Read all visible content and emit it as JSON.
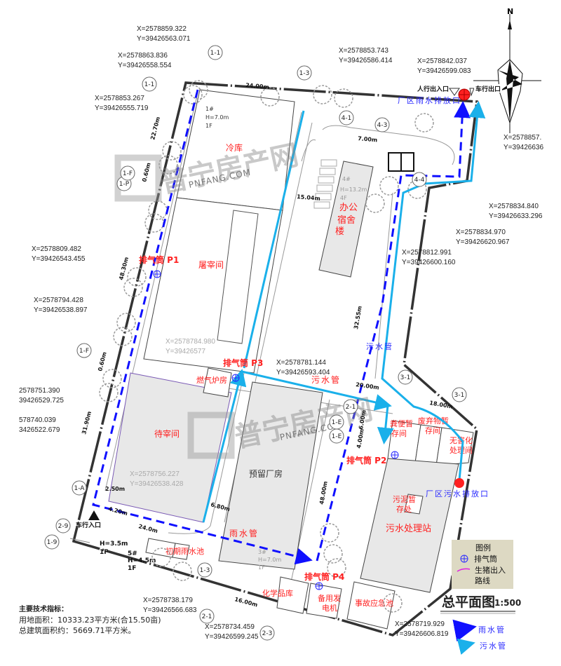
{
  "title": {
    "main": "总平面图",
    "scale": "1:500"
  },
  "north": "N",
  "watermark": {
    "cn": "普宁房产网",
    "en": "PNFANG.COM"
  },
  "buildings": {
    "cold_storage": "冷库",
    "slaughter": "屠宰间",
    "holding": "待宰间",
    "reserved": "预留厂房",
    "office_1": "办公",
    "office_2": "宿舍",
    "office_3": "楼",
    "sewage_station": "污水处理站",
    "sludge_1": "污泥暂",
    "sludge_2": "存处",
    "manure_1": "粪便暂",
    "manure_2": "存间",
    "waste_1": "废弃物暂",
    "waste_2": "存间",
    "harmless_1": "无害化",
    "harmless_2": "处理间",
    "boiler": "燃气炉房",
    "chemical": "化学品库",
    "generator_1": "备用发",
    "generator_2": "电机",
    "emergency_pool": "事故应急池",
    "rain_pool": "初期雨水池"
  },
  "stacks": [
    "排气筒 P1",
    "排气筒 P2",
    "排气筒 P3",
    "排气筒 P4"
  ],
  "outlets": {
    "rain": "厂区雨水排放口",
    "sewage": "厂区污水排放口"
  },
  "entrances": {
    "pedestrian": "人行出入口",
    "vehicle_exit": "车行出口",
    "vehicle_entry": "车行入口"
  },
  "pipe_labels": {
    "sewage_a": "污水管",
    "sewage_b": "污水管",
    "rain": "雨水管"
  },
  "dimensions": [
    "24.00m",
    "22.70m",
    "0.60m",
    "48.30m",
    "0.60m",
    "31.90m",
    "7.00m",
    "15.04m",
    "32.55m",
    "20.00m",
    "18.00m",
    "6.00m",
    "4.00m",
    "48.00m",
    "6.80m",
    "4.20m",
    "24.0m",
    "16.00m",
    "2.50m"
  ],
  "building_info": {
    "cold": [
      "1#",
      "H=7.0m",
      "1F"
    ],
    "office": [
      "4#",
      "H=13.2m",
      "4F"
    ],
    "reserved": [
      "3#",
      "H=7.0m",
      "1F"
    ],
    "guard_a": [
      "H=3.5m",
      "1F"
    ],
    "guard_b": [
      "5#",
      "H=4.5m",
      "1F"
    ]
  },
  "axes": [
    "1-1",
    "1-1",
    "1-3",
    "4-1",
    "4-3",
    "4-4",
    "1-P",
    "1-F",
    "1-F",
    "1-A",
    "2-9",
    "1-9",
    "1-3",
    "2-1",
    "2-3",
    "2-1",
    "1-E",
    "1-E",
    "3-1",
    "3-1"
  ],
  "coordinates": [
    {
      "x": "X=2578859.322",
      "y": "Y=39426563.071"
    },
    {
      "x": "X=2578863.836",
      "y": "Y=39426558.554"
    },
    {
      "x": "X=2578853.267",
      "y": "Y=39426555.719"
    },
    {
      "x": "X=2578853.743",
      "y": "Y=39426586.414"
    },
    {
      "x": "X=2578842.037",
      "y": "Y=39426599.083"
    },
    {
      "x": "X=2578857.",
      "y": "Y=39426636"
    },
    {
      "x": "X=2578834.840",
      "y": "Y=39426633.296"
    },
    {
      "x": "X=2578834.970",
      "y": "Y=39426620.967"
    },
    {
      "x": "X=2578812.991",
      "y": "Y=39426600.160"
    },
    {
      "x": "X=2578809.482",
      "y": "Y=39426543.455"
    },
    {
      "x": "X=2578794.428",
      "y": "Y=39426538.897"
    },
    {
      "x": "X=2578784.980",
      "y": "Y=39426577"
    },
    {
      "x": "X=2578781.144",
      "y": "Y=39426593.404"
    },
    {
      "x": "2578751.390",
      "y": "39426529.725"
    },
    {
      "x": "578740.039",
      "y": "3426522.679"
    },
    {
      "x": "X=2578756.227",
      "y": "Y=39426538.428"
    },
    {
      "x": "X=2578738.179",
      "y": "Y=39426566.683"
    },
    {
      "x": "X=2578734.459",
      "y": "Y=39426599.245"
    },
    {
      "x": "X=2578719.929",
      "y": "Y=39426606.819"
    }
  ],
  "tech": {
    "heading": "主要技术指标：",
    "land_area": "用地面积：10333.23平方米(合15.50亩)",
    "building_area": "总建筑面积约：5669.71平方米。"
  },
  "legend": {
    "title": "图例",
    "stack": "排气筒",
    "pig_route_1": "生猪出入",
    "pig_route_2": "路线",
    "rain_pipe": "雨水管",
    "sewage_pipe": "污水管"
  },
  "colors": {
    "rain_pipe": "#1010ff",
    "sewage_pipe": "#1ab0ea",
    "label_red": "#ff2020",
    "building_fill": "#e8e8e8",
    "legend_bg": "#ddd9c3"
  }
}
